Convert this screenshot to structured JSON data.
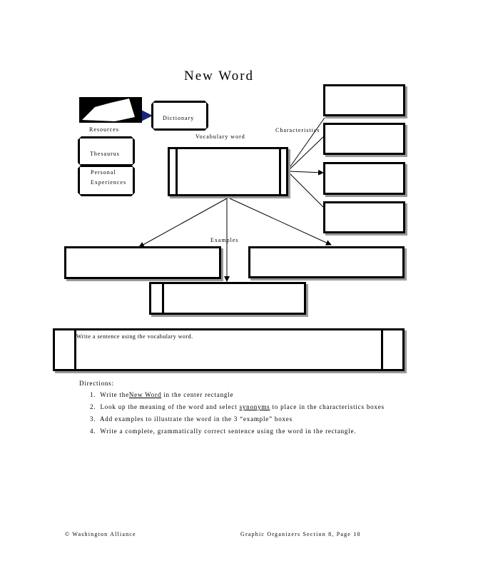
{
  "title": "New Word",
  "resources": {
    "heading": "Resources",
    "dictionary": "Dictionary",
    "thesaurus": "Thesaurus",
    "personal_line1": "Personal",
    "personal_line2": "Experiences"
  },
  "vocabulary_label": "Vocabulary word",
  "characteristics_label": "Characteristics",
  "examples_label": "Examples",
  "sentence_prompt": "Write a sentence using the vocabulary word.",
  "directions": {
    "heading": "Directions:",
    "items": [
      {
        "num": "1.",
        "pre": "Write the",
        "link": "New Word",
        "post": " in the center rectangle"
      },
      {
        "num": "2.",
        "pre": "Look up the meaning of the word and select ",
        "link": "synonyms",
        "post": " to place in the characteristics boxes"
      },
      {
        "num": "3.",
        "pre": "Add examples to illustrate the word in the 3 “example” boxes",
        "link": "",
        "post": ""
      },
      {
        "num": "4.",
        "pre": "Write a complete, grammatically correct sentence using the word in the rectangle.",
        "link": "",
        "post": ""
      }
    ]
  },
  "footer": {
    "left": "© Washington Alliance",
    "right": "Graphic Organizers Section 8, Page 10"
  }
}
